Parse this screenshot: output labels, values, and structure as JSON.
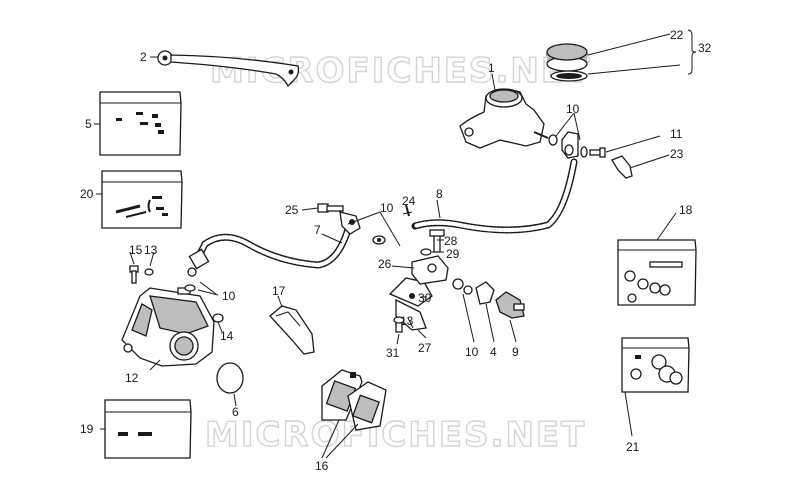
{
  "watermark": {
    "top": "MICROFICHES.NET",
    "bottom": "MICROFICHES.NET"
  },
  "labels": {
    "l1": "1",
    "l2": "2",
    "l4": "4",
    "l5": "5",
    "l6": "6",
    "l7": "7",
    "l8": "8",
    "l9": "9",
    "l10a": "10",
    "l10b": "10",
    "l10c": "10",
    "l10d": "10",
    "l11": "11",
    "l12": "12",
    "l13a": "13",
    "l13b": "13",
    "l14": "14",
    "l15": "15",
    "l16": "16",
    "l17": "17",
    "l18": "18",
    "l19": "19",
    "l20": "20",
    "l21": "21",
    "l22": "22",
    "l23": "23",
    "l24": "24",
    "l25": "25",
    "l26": "26",
    "l27": "27",
    "l28": "28",
    "l29": "29",
    "l30": "30",
    "l31": "31",
    "l32": "32"
  }
}
